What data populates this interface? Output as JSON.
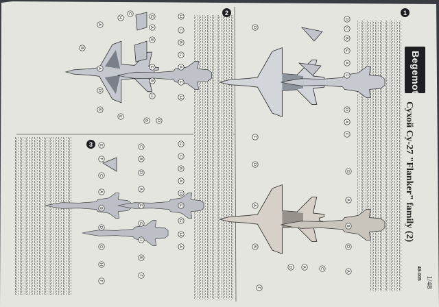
{
  "brand": "Begemot",
  "title": "Сухой Су-27 \"Flanker\" family (2)",
  "product_code": "48-005",
  "scale": "1/48",
  "sections": [
    {
      "number": "1"
    },
    {
      "number": "2"
    },
    {
      "number": "3"
    }
  ],
  "callout_letters": [
    "A",
    "B",
    "C",
    "D",
    "E",
    "F",
    "G",
    "H"
  ],
  "colors": {
    "paper": "#e6e6e1",
    "ink": "#1e1e22",
    "camo_light": "#c9cdd3",
    "camo_dark": "#7c828b",
    "background": "#3a3c44"
  }
}
